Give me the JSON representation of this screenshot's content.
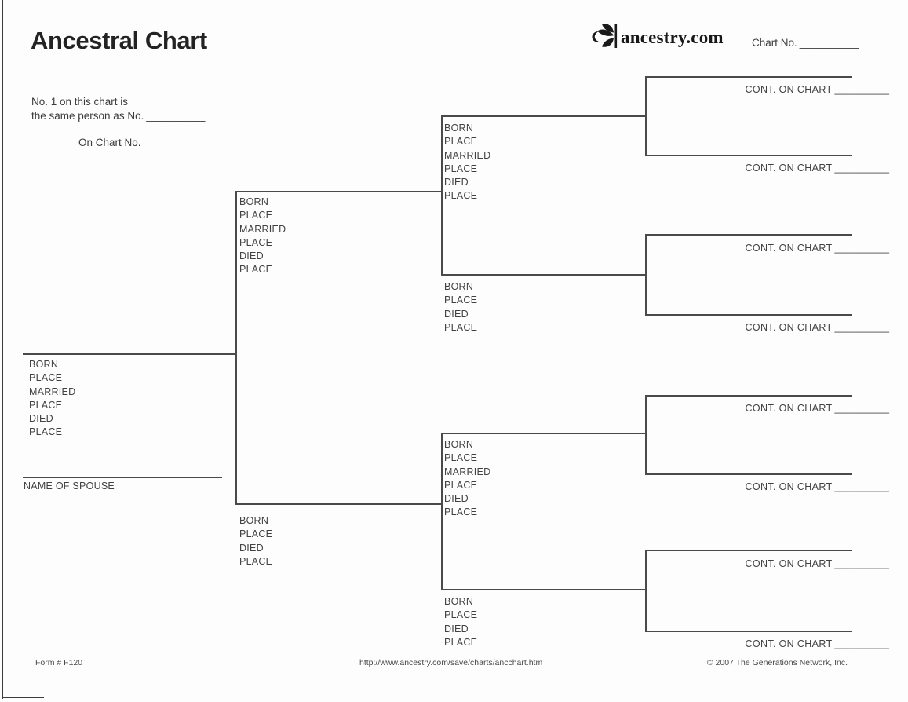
{
  "header": {
    "title": "Ancestral Chart",
    "logo_text": "ancestry.com",
    "chart_no_label": "Chart No.",
    "blank": "__________"
  },
  "info": {
    "line1": "No. 1 on this chart is",
    "line2": "the same person as No.",
    "line3": "On Chart No."
  },
  "labels": {
    "full": [
      "BORN",
      "PLACE",
      "MARRIED",
      "PLACE",
      "DIED",
      "PLACE"
    ],
    "short": [
      "BORN",
      "PLACE",
      "DIED",
      "PLACE"
    ],
    "spouse": "NAME OF SPOUSE",
    "cont": "CONT. ON CHART"
  },
  "footer": {
    "form_number": "Form # F120",
    "url": "http://www.ancestry.com/save/charts/ancchart.htm",
    "copyright": "© 2007 The Generations Network, Inc."
  },
  "colors": {
    "ink": "#3f3f3f",
    "line": "#4a4a4a"
  }
}
